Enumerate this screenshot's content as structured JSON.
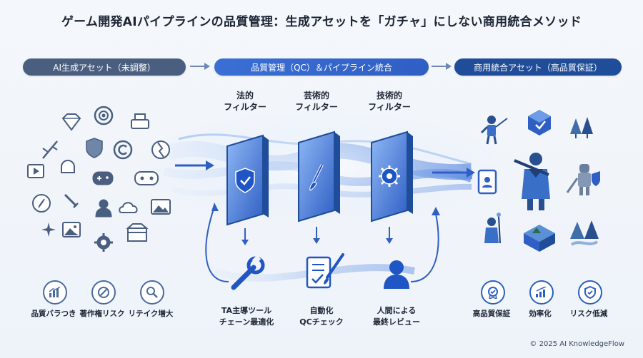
{
  "title": "ゲーム開発AIパイプラインの品質管理：生成アセットを「ガチャ」にしない商用統合メソッド",
  "stages": {
    "left": "AI生成アセット（未調整）",
    "middle": "品質管理（QC）＆パイプライン統合",
    "right": "商用統合アセット（高品質保証）"
  },
  "filters": [
    {
      "label_1": "法的",
      "label_2": "フィルター",
      "icon": "shield-check-icon"
    },
    {
      "label_1": "芸術的",
      "label_2": "フィルター",
      "icon": "paintbrush-icon"
    },
    {
      "label_1": "技術的",
      "label_2": "フィルター",
      "icon": "gear-icon"
    }
  ],
  "steps": [
    {
      "label_1": "TA主導ツール",
      "label_2": "チェーン最適化",
      "icon": "wrench-icon"
    },
    {
      "label_1": "自動化",
      "label_2": "QCチェック",
      "icon": "checklist-brush-icon"
    },
    {
      "label_1": "人間による",
      "label_2": "最終レビュー",
      "icon": "person-icon"
    }
  ],
  "problems": [
    {
      "label": "品質バラつき",
      "icon": "bar-chart-icon"
    },
    {
      "label": "著作権リスク",
      "icon": "no-copyright-icon"
    },
    {
      "label": "リテイク増大",
      "icon": "magnifier-icon"
    }
  ],
  "benefits": [
    {
      "label": "高品質保証",
      "icon": "badge-check-icon"
    },
    {
      "label": "効率化",
      "icon": "growth-chart-icon"
    },
    {
      "label": "リスク低減",
      "icon": "shield-check-icon"
    }
  ],
  "copyright": "© 2025 AI KnowledgeFlow",
  "colors": {
    "primary": "#2f5fc4",
    "dark": "#1f4d9a",
    "muted": "#4a5f80"
  }
}
